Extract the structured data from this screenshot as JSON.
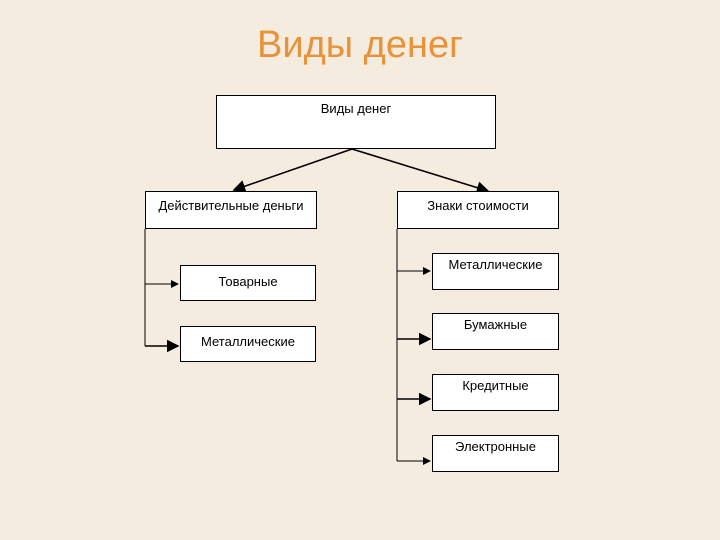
{
  "title": "Виды денег",
  "root": {
    "label": "Виды денег"
  },
  "left": {
    "label": "Действительные деньги",
    "items": [
      "Товарные",
      "Металлические"
    ]
  },
  "right": {
    "label": "Знаки стоимости",
    "items": [
      "Металлические",
      "Бумажные",
      "Кредитные",
      "Электронные"
    ]
  },
  "colors": {
    "background": "#f5ece0",
    "title": "#e8923a"
  }
}
